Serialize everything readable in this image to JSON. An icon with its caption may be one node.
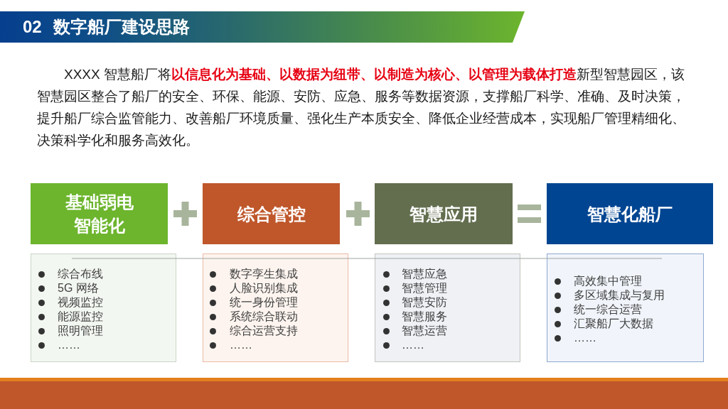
{
  "diagram": {
    "title": "02 数字船厂建设思路",
    "nodes": [
      {
        "text": [
          "基础弱电智能化"
        ]
      },
      {
        "text": [
          "综合管控"
        ]
      },
      {
        "text": [
          "智慧应用"
        ]
      },
      {
        "text": [
          "智慧化船厂"
        ]
      },
      {
        "text": [
          "综合布线",
          "5G 网络",
          "视频监控",
          "能源监控",
          "照明管理",
          "……"
        ]
      },
      {
        "text": [
          "数字孪生集成",
          "人脸识别集成",
          "统一身份管理",
          "系统综合联动",
          "综合运营支持",
          "……"
        ]
      },
      {
        "text": [
          "智慧应急",
          "智慧管理",
          "智慧安防",
          "智慧服务",
          "智慧运营",
          "……"
        ]
      },
      {
        "text": [
          "高效集中管理",
          "多区域集成与复用",
          "统一综合运营",
          "汇聚船厂大数据",
          "……"
        ]
      }
    ],
    "labels": [
      "XXXX 智慧船厂将**以信息化为基础、以数据为纽带、以制造为核心、以管理为载体打造**新型智慧园区，该智慧园区整合了船厂的安全、环保、能源、安防、应急、服务等数据资源，支撑船厂科学、准确、及时决策，提升船厂综合监管能力、改善船厂环境质量、强化生产本质安全、降低企业经营成本，实现船厂管理精细化、决策科学化和服务高效化。"
    ]
  }
}
